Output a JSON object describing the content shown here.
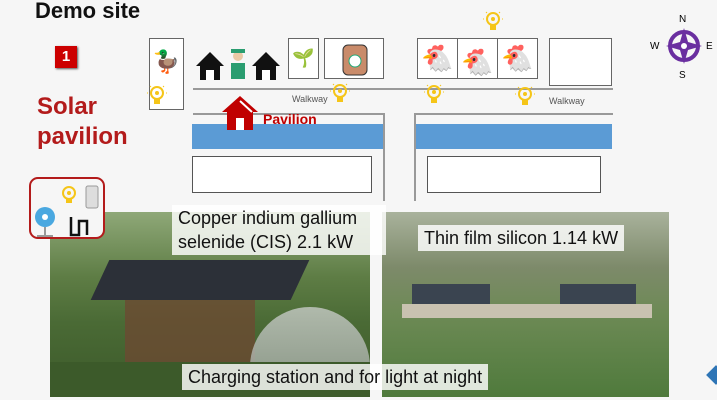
{
  "title": "Demo site",
  "badge": "1",
  "section_label": "Solar pavilion",
  "map": {
    "walkway_left": "Walkway",
    "walkway_right": "Walkway",
    "pavilion_label": "Pavilion",
    "compass": {
      "n": "N",
      "e": "E",
      "s": "S",
      "w": "W"
    },
    "colors": {
      "water": "#5b9bd5",
      "bulb": "#f5c518",
      "accent": "#c00000",
      "compass": "#6a2fa0"
    }
  },
  "captions": {
    "cis": "Copper indium gallium selenide (CIS) 2.1 kW",
    "thin_film": "Thin film silicon  1.14 kW",
    "charging": "Charging station and for light at night"
  }
}
